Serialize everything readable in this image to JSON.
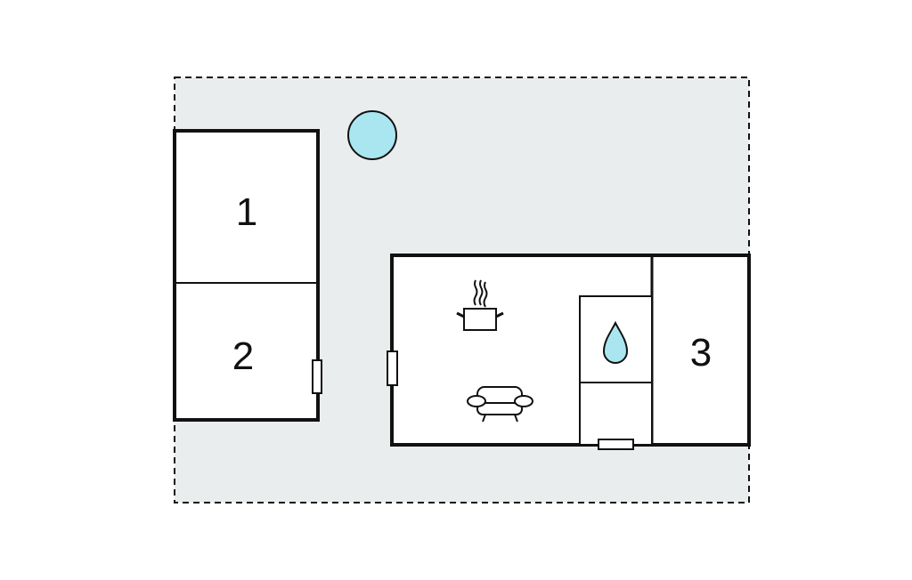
{
  "plan": {
    "rooms": [
      {
        "label": "1"
      },
      {
        "label": "2"
      },
      {
        "label": "3"
      }
    ],
    "icons": [
      "pool-icon",
      "kitchen-pot-icon",
      "sofa-icon",
      "water-drop-icon"
    ],
    "colors": {
      "plot": "#e9eded",
      "water": "#a9e6f0",
      "wall": "#111111"
    }
  }
}
